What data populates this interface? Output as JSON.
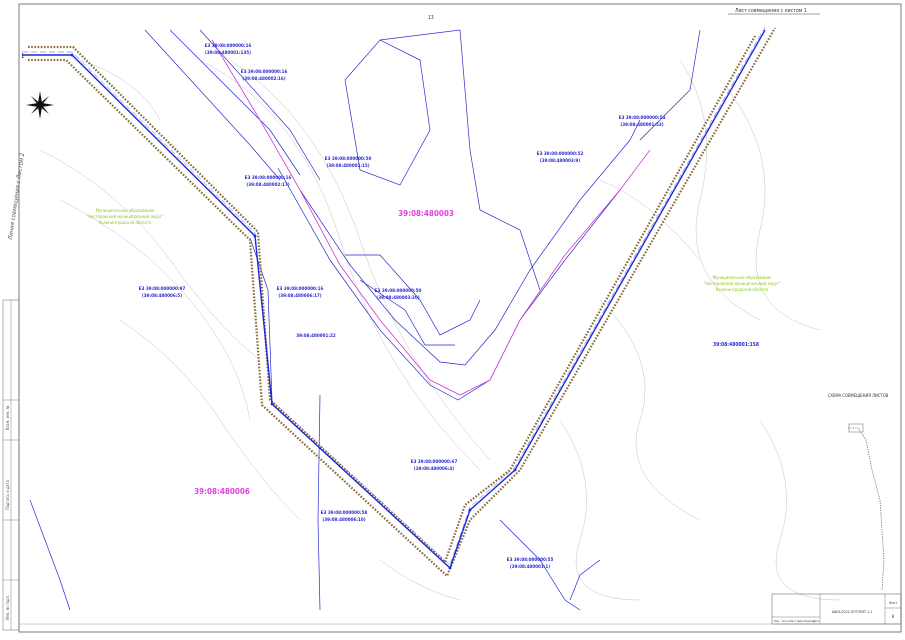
{
  "sheet": {
    "header_note": "Лист совмещения с листом 1",
    "sheet_marker": "13",
    "side_text": "Линия совмещения с Листом 2",
    "inset_title": "СХЕМА СОВМЕЩЕНИЯ ЛИСТОВ",
    "stamp_code": "Ш8/5/2022-ППТ/ПМТ-1.1",
    "stamp_sheet_label": "Лист",
    "stamp_sheet_number": "8",
    "stamp_columns": [
      "Изм.",
      "Кол.уч",
      "Лист",
      "№док",
      "Подпись",
      "Дата"
    ]
  },
  "left_strip": [
    "Взам. инв. №",
    "Подпись и дата",
    "Инв. № подл."
  ],
  "colors": {
    "pipeline": "#1a2ad6",
    "hatch": "#8a6a3a",
    "parcel": "#2a2ad0",
    "pink": "#d23bd2",
    "municipal": "#8cc81a",
    "contour": "#b8b8b8"
  },
  "labels": {
    "municipal_left": [
      "Муниципальное образование",
      "\"Нестеровский муниципальный округ\"",
      "Калининградской области"
    ],
    "municipal_right": [
      "Муниципальное образование",
      "\"Нестеровский муниципальный округ\"",
      "Калининградской области"
    ],
    "quarter_center": "39:08:480003",
    "quarter_left": "39:08:480006",
    "quarter_right": "39:08:480001:158",
    "route_point_1": "1",
    "parcels": [
      {
        "l1": "ЕЗ 39:08:000000:16",
        "l2": "(39:08:480001:135)"
      },
      {
        "l1": "ЕЗ 39:08:000000:16",
        "l2": "(39:08:480002:16)"
      },
      {
        "l1": "ЕЗ 39:08:000000:16",
        "l2": "(39:08:480002:17)"
      },
      {
        "l1": "ЕЗ 39:08:000000:50",
        "l2": "(39:08:480002:15)"
      },
      {
        "l1": "ЕЗ 39:08:000000:52",
        "l2": "(39:08:480003:9)"
      },
      {
        "l1": "ЕЗ 39:08:000000:54",
        "l2": "(39:08:480001:53)"
      },
      {
        "l1": "ЕЗ 39:08:000000:97",
        "l2": "(39:08:480006:5)"
      },
      {
        "l1": "ЕЗ 39:08:000000:16",
        "l2": "(39:08:480006:17)"
      },
      {
        "l1": "39:08:480001:22",
        "l2": ""
      },
      {
        "l1": "ЕЗ 39:08:000000:50",
        "l2": "(39:08:480003:20)"
      },
      {
        "l1": "ЕЗ 39:08:000000:67",
        "l2": "(39:08:480006:4)"
      },
      {
        "l1": "ЕЗ 39:08:000000:58",
        "l2": "(39:08:480006:10)"
      },
      {
        "l1": "ЕЗ 39:08:000000:55",
        "l2": "(39:08:480001:1)"
      }
    ]
  }
}
